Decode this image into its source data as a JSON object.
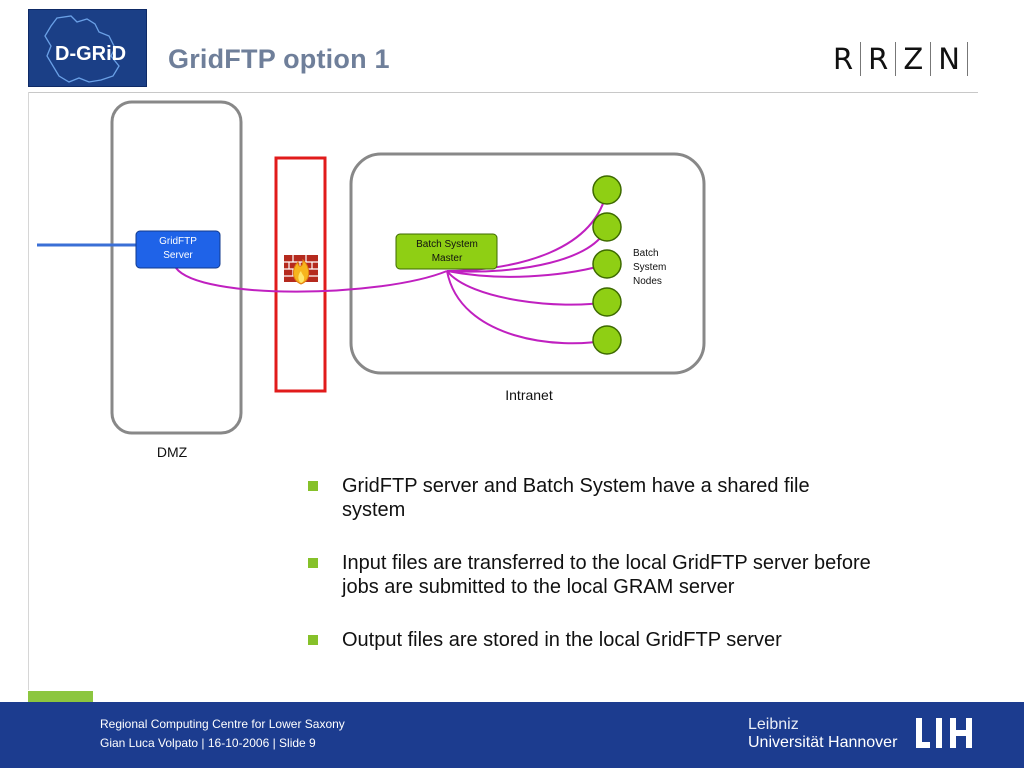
{
  "header": {
    "title": "GridFTP option 1",
    "logo_left": {
      "text": "D-GRiD",
      "icon": "d-grid-logo"
    },
    "logo_right": [
      "R",
      "R",
      "Z",
      "N"
    ]
  },
  "diagram": {
    "zones": {
      "dmz": "DMZ",
      "intranet": "Intranet"
    },
    "nodes": {
      "gridftp_server": "GridFTP Server",
      "batch_master": "Batch System Master",
      "batch_nodes_label": [
        "Batch",
        "System",
        "Nodes"
      ]
    },
    "firewall_icon": "firewall-icon",
    "colors": {
      "connector": "#c020c0",
      "external_link": "#3a6fd6",
      "firewall_frame": "#e11b1b",
      "node_green": "#8fcf14",
      "server_blue": "#1f63e8",
      "zone_border": "#888888"
    }
  },
  "bullets": [
    "GridFTP server and Batch System have a shared file system",
    "Input files are transferred to the local GridFTP server before jobs are submitted to the local GRAM server",
    "Output files are stored in the local GridFTP server"
  ],
  "footer": {
    "org": "Regional Computing Centre for Lower Saxony",
    "meta": "Gian Luca Volpato  |  16-10-2006  |  Slide 9",
    "university_line1": "Leibniz",
    "university_line2": "Universität Hannover",
    "university_mark": "L|U|H"
  }
}
